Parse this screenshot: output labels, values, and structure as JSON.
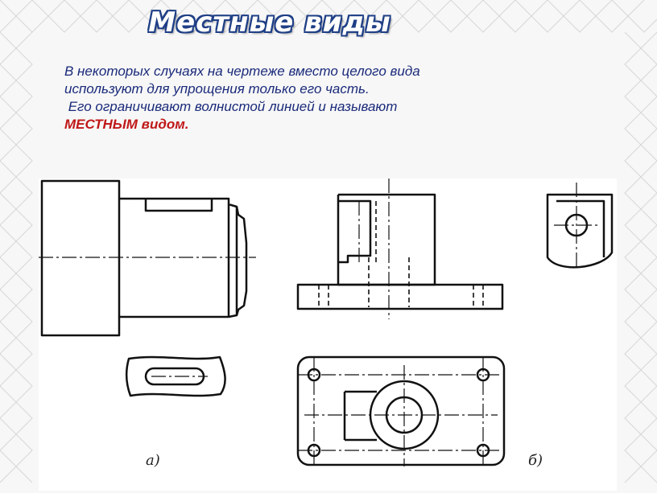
{
  "slide": {
    "title": "Местные виды",
    "paragraph": {
      "line1": "В некоторых случаях на чертеже вместо целого вида",
      "line2": "используют для упрощения только его часть.",
      "line3": " Его ограничивают волнистой линией и называют",
      "highlight": "МЕСТНЫМ видом."
    }
  },
  "figure": {
    "caption_a": "а)",
    "caption_b": "б)"
  },
  "colors": {
    "title_outline": "#1f3f86",
    "body_text": "#1a2a7a",
    "highlight": "#c01818"
  }
}
